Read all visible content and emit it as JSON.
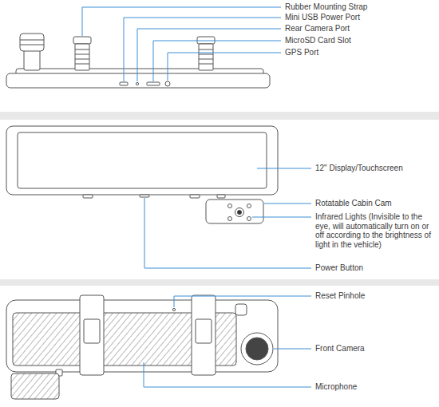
{
  "diagram": {
    "labels": [
      "Rubber Mounting Strap",
      "Mini USB Power Port",
      "Rear Camera Port",
      "MicroSD Card Slot",
      "GPS Port",
      "12\" Display/Touchscreen",
      "Rotatable Cabin Cam",
      "Infrared Lights (Invisible to the eye, will automatically turn on or off according to the brightness of light in the vehicle)",
      "Power Button",
      "Reset Pinhole",
      "Front Camera",
      "Microphone"
    ]
  }
}
